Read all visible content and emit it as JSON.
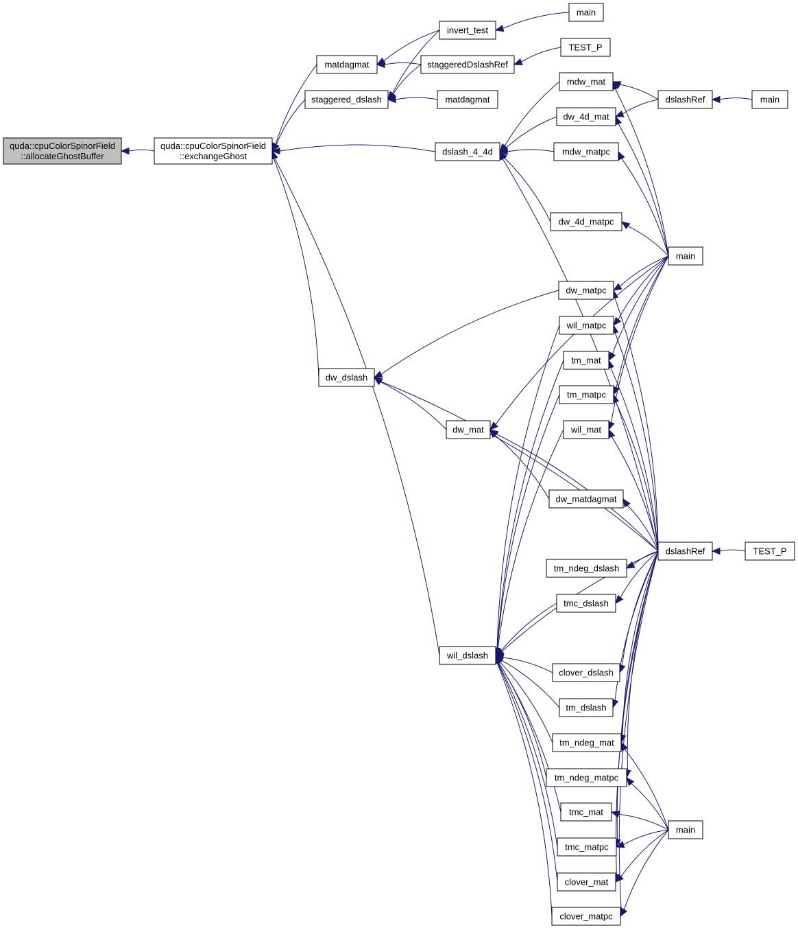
{
  "graph": {
    "nodes": [
      {
        "id": "root",
        "lines": [
          "quda::cpuColorSpinorField",
          "::allocateGhostBuffer"
        ],
        "root": true
      },
      {
        "id": "exchangeGhost",
        "lines": [
          "quda::cpuColorSpinorField",
          "::exchangeGhost"
        ]
      },
      {
        "id": "matdagmat_a",
        "lines": [
          "matdagmat"
        ]
      },
      {
        "id": "staggered_dslash",
        "lines": [
          "staggered_dslash"
        ]
      },
      {
        "id": "invert_test",
        "lines": [
          "invert_test"
        ]
      },
      {
        "id": "main_top",
        "lines": [
          "main"
        ]
      },
      {
        "id": "staggeredDslashRef",
        "lines": [
          "staggeredDslashRef"
        ]
      },
      {
        "id": "test_p_top",
        "lines": [
          "TEST_P"
        ]
      },
      {
        "id": "matdagmat_b",
        "lines": [
          "matdagmat"
        ]
      },
      {
        "id": "dslash_4_4d",
        "lines": [
          "dslash_4_4d"
        ]
      },
      {
        "id": "mdw_mat",
        "lines": [
          "mdw_mat"
        ]
      },
      {
        "id": "dw_4d_mat",
        "lines": [
          "dw_4d_mat"
        ]
      },
      {
        "id": "mdw_matpc",
        "lines": [
          "mdw_matpc"
        ]
      },
      {
        "id": "dslashRef_top",
        "lines": [
          "dslashRef"
        ]
      },
      {
        "id": "main_right_top",
        "lines": [
          "main"
        ]
      },
      {
        "id": "dw_4d_matpc",
        "lines": [
          "dw_4d_matpc"
        ]
      },
      {
        "id": "main_mid",
        "lines": [
          "main"
        ]
      },
      {
        "id": "dw_matpc",
        "lines": [
          "dw_matpc"
        ]
      },
      {
        "id": "wil_matpc",
        "lines": [
          "wil_matpc"
        ]
      },
      {
        "id": "tm_mat",
        "lines": [
          "tm_mat"
        ]
      },
      {
        "id": "dw_dslash",
        "lines": [
          "dw_dslash"
        ]
      },
      {
        "id": "tm_matpc",
        "lines": [
          "tm_matpc"
        ]
      },
      {
        "id": "dw_mat",
        "lines": [
          "dw_mat"
        ]
      },
      {
        "id": "wil_mat",
        "lines": [
          "wil_mat"
        ]
      },
      {
        "id": "dw_matdagmat",
        "lines": [
          "dw_matdagmat"
        ]
      },
      {
        "id": "dslashRef_main",
        "lines": [
          "dslashRef"
        ]
      },
      {
        "id": "test_p_bottom",
        "lines": [
          "TEST_P"
        ]
      },
      {
        "id": "tm_ndeg_dslash",
        "lines": [
          "tm_ndeg_dslash"
        ]
      },
      {
        "id": "tmc_dslash",
        "lines": [
          "tmc_dslash"
        ]
      },
      {
        "id": "wil_dslash",
        "lines": [
          "wil_dslash"
        ]
      },
      {
        "id": "clover_dslash",
        "lines": [
          "clover_dslash"
        ]
      },
      {
        "id": "tm_dslash",
        "lines": [
          "tm_dslash"
        ]
      },
      {
        "id": "tm_ndeg_mat",
        "lines": [
          "tm_ndeg_mat"
        ]
      },
      {
        "id": "tm_ndeg_matpc",
        "lines": [
          "tm_ndeg_matpc"
        ]
      },
      {
        "id": "tmc_mat",
        "lines": [
          "tmc_mat"
        ]
      },
      {
        "id": "main_bottom",
        "lines": [
          "main"
        ]
      },
      {
        "id": "tmc_matpc",
        "lines": [
          "tmc_matpc"
        ]
      },
      {
        "id": "clover_mat",
        "lines": [
          "clover_mat"
        ]
      },
      {
        "id": "clover_matpc",
        "lines": [
          "clover_matpc"
        ]
      }
    ],
    "edges": [
      [
        "exchangeGhost",
        "root"
      ],
      [
        "matdagmat_a",
        "exchangeGhost"
      ],
      [
        "staggered_dslash",
        "exchangeGhost"
      ],
      [
        "dslash_4_4d",
        "exchangeGhost"
      ],
      [
        "dw_dslash",
        "exchangeGhost"
      ],
      [
        "wil_dslash",
        "exchangeGhost"
      ],
      [
        "invert_test",
        "matdagmat_a"
      ],
      [
        "staggeredDslashRef",
        "matdagmat_a"
      ],
      [
        "invert_test",
        "staggered_dslash"
      ],
      [
        "staggeredDslashRef",
        "staggered_dslash"
      ],
      [
        "matdagmat_b",
        "staggered_dslash"
      ],
      [
        "main_top",
        "invert_test"
      ],
      [
        "test_p_top",
        "staggeredDslashRef"
      ],
      [
        "mdw_mat",
        "dslash_4_4d"
      ],
      [
        "dw_4d_mat",
        "dslash_4_4d"
      ],
      [
        "mdw_matpc",
        "dslash_4_4d"
      ],
      [
        "dw_4d_matpc",
        "dslash_4_4d"
      ],
      [
        "dslashRef_main",
        "dslash_4_4d"
      ],
      [
        "dslashRef_top",
        "mdw_mat"
      ],
      [
        "main_mid",
        "mdw_mat"
      ],
      [
        "dslashRef_top",
        "dw_4d_mat"
      ],
      [
        "main_mid",
        "dw_4d_mat"
      ],
      [
        "main_mid",
        "mdw_matpc"
      ],
      [
        "main_mid",
        "dw_4d_matpc"
      ],
      [
        "main_right_top",
        "dslashRef_top"
      ],
      [
        "dw_matpc",
        "dw_dslash"
      ],
      [
        "dw_mat",
        "dw_dslash"
      ],
      [
        "dslashRef_main",
        "dw_dslash"
      ],
      [
        "main_mid",
        "dw_mat"
      ],
      [
        "dw_matdagmat",
        "dw_mat"
      ],
      [
        "dslashRef_main",
        "dw_mat"
      ],
      [
        "main_mid",
        "dw_matpc"
      ],
      [
        "dslashRef_main",
        "dw_matpc"
      ],
      [
        "main_mid",
        "wil_matpc"
      ],
      [
        "dslashRef_main",
        "wil_matpc"
      ],
      [
        "main_mid",
        "tm_mat"
      ],
      [
        "dslashRef_main",
        "tm_mat"
      ],
      [
        "main_mid",
        "tm_matpc"
      ],
      [
        "dslashRef_main",
        "tm_matpc"
      ],
      [
        "main_mid",
        "wil_mat"
      ],
      [
        "dslashRef_main",
        "wil_mat"
      ],
      [
        "dslashRef_main",
        "dw_matdagmat"
      ],
      [
        "test_p_bottom",
        "dslashRef_main"
      ],
      [
        "wil_matpc",
        "wil_dslash"
      ],
      [
        "tm_mat",
        "wil_dslash"
      ],
      [
        "tm_matpc",
        "wil_dslash"
      ],
      [
        "wil_mat",
        "wil_dslash"
      ],
      [
        "tmc_dslash",
        "wil_dslash"
      ],
      [
        "clover_dslash",
        "wil_dslash"
      ],
      [
        "tm_dslash",
        "wil_dslash"
      ],
      [
        "tm_ndeg_mat",
        "wil_dslash"
      ],
      [
        "tm_ndeg_matpc",
        "wil_dslash"
      ],
      [
        "tmc_mat",
        "wil_dslash"
      ],
      [
        "tmc_matpc",
        "wil_dslash"
      ],
      [
        "clover_mat",
        "wil_dslash"
      ],
      [
        "clover_matpc",
        "wil_dslash"
      ],
      [
        "dslashRef_main",
        "wil_dslash"
      ],
      [
        "dslashRef_main",
        "tm_ndeg_dslash"
      ],
      [
        "dslashRef_main",
        "tmc_dslash"
      ],
      [
        "dslashRef_main",
        "clover_dslash"
      ],
      [
        "dslashRef_main",
        "tm_dslash"
      ],
      [
        "dslashRef_main",
        "tm_ndeg_mat"
      ],
      [
        "main_bottom",
        "tm_ndeg_mat"
      ],
      [
        "dslashRef_main",
        "tm_ndeg_matpc"
      ],
      [
        "main_bottom",
        "tm_ndeg_matpc"
      ],
      [
        "main_bottom",
        "tmc_mat"
      ],
      [
        "dslashRef_main",
        "tmc_matpc"
      ],
      [
        "main_bottom",
        "tmc_matpc"
      ],
      [
        "dslashRef_main",
        "clover_mat"
      ],
      [
        "main_bottom",
        "clover_mat"
      ],
      [
        "dslashRef_main",
        "clover_matpc"
      ],
      [
        "main_bottom",
        "clover_matpc"
      ]
    ]
  }
}
